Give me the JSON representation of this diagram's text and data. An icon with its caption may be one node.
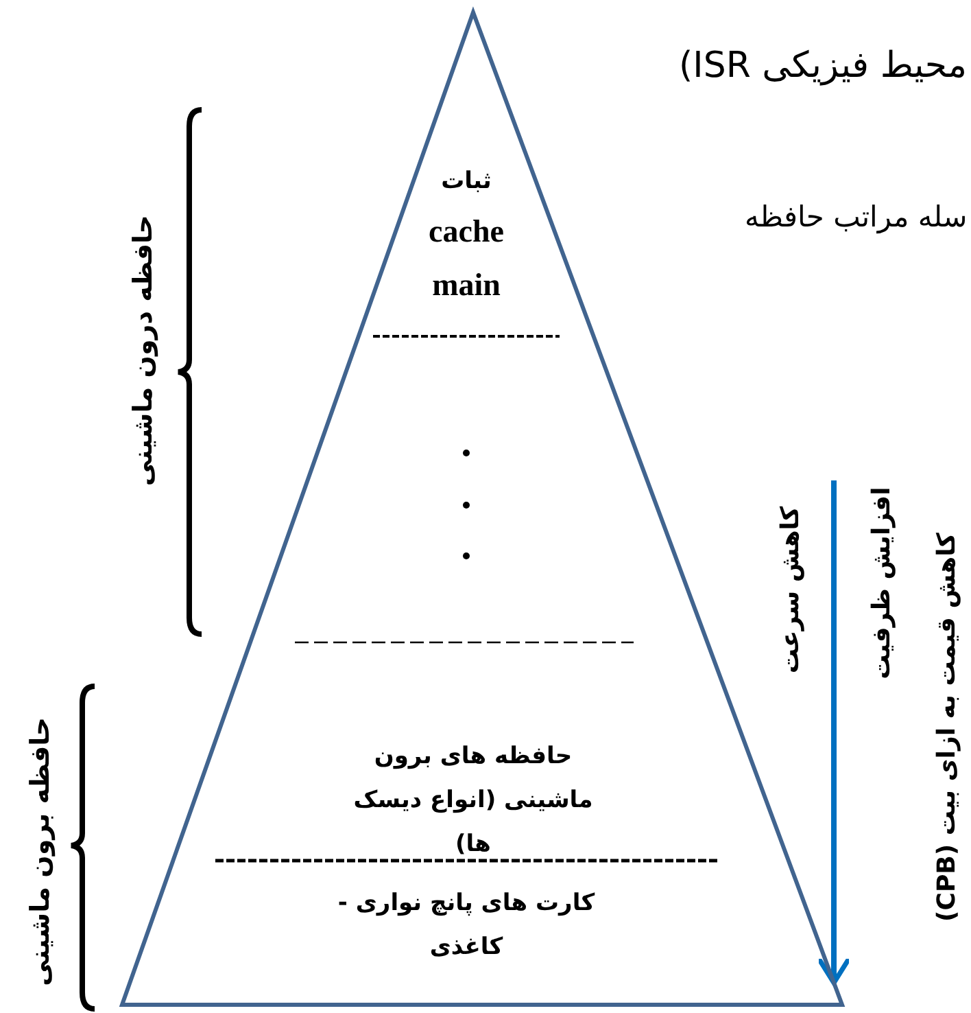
{
  "diagram": {
    "nodes": [
      {
        "text": [
          "ثبات",
          "cache",
          "main",
          "حافظه های برون ماشینی (انواع دیسک ها)",
          "کارت های پانچ نواری - کاغذی"
        ]
      }
    ],
    "labels": [
      "محیط فیزیکی ISR)",
      "سله مراتب حافظه",
      "حافظه درون ماشینی",
      "حافظه برون ماشینی",
      "کاهش سرعت",
      "افزایش ظرفیت",
      "کاهش قیمت به ازای بیت (CPB)"
    ]
  }
}
